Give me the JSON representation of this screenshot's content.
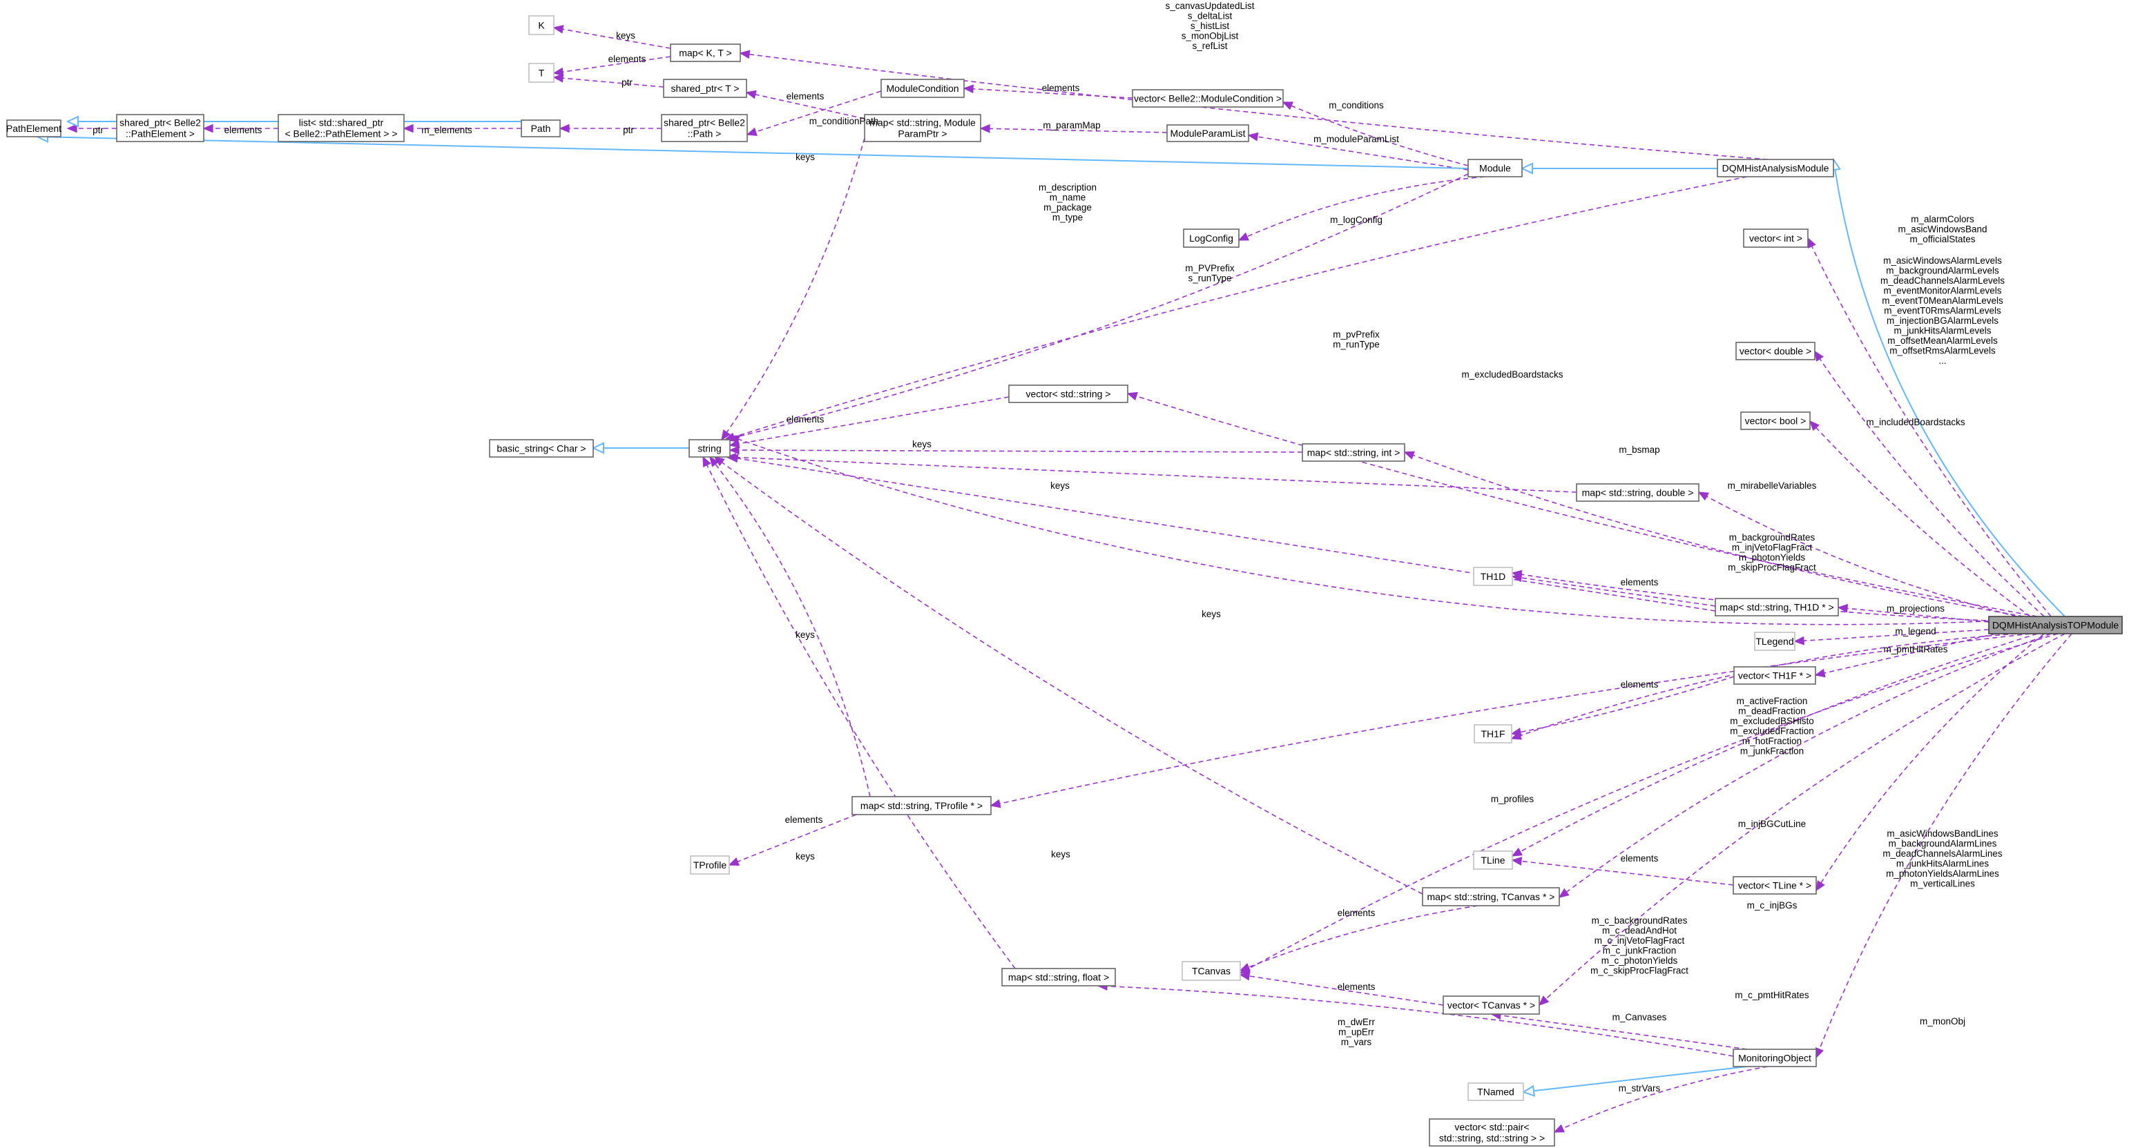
{
  "diagram": {
    "root": "DQMHistAnalysisTOPModule",
    "nodes": [
      {
        "id": "PathElement",
        "label": [
          "PathElement"
        ]
      },
      {
        "id": "sp_path_element",
        "label": [
          "shared_ptr< Belle2",
          "::PathElement >"
        ]
      },
      {
        "id": "list_sp",
        "label": [
          "list< std::shared_ptr",
          "< Belle2::PathElement > >"
        ]
      },
      {
        "id": "Path",
        "label": [
          "Path"
        ]
      },
      {
        "id": "sp_path",
        "label": [
          "shared_ptr< Belle2",
          "::Path >"
        ]
      },
      {
        "id": "K",
        "label": [
          "K"
        ],
        "undoc": true
      },
      {
        "id": "T",
        "label": [
          "T"
        ],
        "undoc": true
      },
      {
        "id": "mapKT",
        "label": [
          "map< K, T >"
        ]
      },
      {
        "id": "sp_T",
        "label": [
          "shared_ptr< T >"
        ]
      },
      {
        "id": "ModuleCondition",
        "label": [
          "ModuleCondition"
        ]
      },
      {
        "id": "map_paramptr",
        "label": [
          "map< std::string, Module",
          "ParamPtr >"
        ]
      },
      {
        "id": "vec_modcond",
        "label": [
          "vector< Belle2::ModuleCondition >"
        ]
      },
      {
        "id": "ModuleParamList",
        "label": [
          "ModuleParamList"
        ]
      },
      {
        "id": "LogConfig",
        "label": [
          "LogConfig"
        ]
      },
      {
        "id": "Module",
        "label": [
          "Module"
        ]
      },
      {
        "id": "DQMHistAnalysisModule",
        "label": [
          "DQMHistAnalysisModule"
        ]
      },
      {
        "id": "basic_string",
        "label": [
          "basic_string< Char >"
        ]
      },
      {
        "id": "string",
        "label": [
          "string"
        ]
      },
      {
        "id": "vec_string",
        "label": [
          "vector< std::string >"
        ]
      },
      {
        "id": "map_int",
        "label": [
          "map< std::string, int >"
        ]
      },
      {
        "id": "map_double",
        "label": [
          "map< std::string, double >"
        ]
      },
      {
        "id": "vec_int",
        "label": [
          "vector< int >"
        ]
      },
      {
        "id": "vec_double",
        "label": [
          "vector< double >"
        ]
      },
      {
        "id": "vec_bool",
        "label": [
          "vector< bool >"
        ]
      },
      {
        "id": "TH1D",
        "label": [
          "TH1D"
        ],
        "undoc": true
      },
      {
        "id": "map_th1d",
        "label": [
          "map< std::string, TH1D * >"
        ]
      },
      {
        "id": "TLegend",
        "label": [
          "TLegend"
        ],
        "undoc": true
      },
      {
        "id": "vec_th1f",
        "label": [
          "vector< TH1F * >"
        ]
      },
      {
        "id": "TH1F",
        "label": [
          "TH1F"
        ],
        "undoc": true
      },
      {
        "id": "map_tprofile",
        "label": [
          "map< std::string, TProfile * >"
        ]
      },
      {
        "id": "TProfile",
        "label": [
          "TProfile"
        ],
        "undoc": true
      },
      {
        "id": "TLine",
        "label": [
          "TLine"
        ],
        "undoc": true
      },
      {
        "id": "vec_tline",
        "label": [
          "vector< TLine * >"
        ]
      },
      {
        "id": "map_tcanvas",
        "label": [
          "map< std::string, TCanvas * >"
        ]
      },
      {
        "id": "TCanvas",
        "label": [
          "TCanvas"
        ],
        "undoc": true
      },
      {
        "id": "map_float",
        "label": [
          "map< std::string, float >"
        ]
      },
      {
        "id": "vec_tcanvas",
        "label": [
          "vector< TCanvas * >"
        ]
      },
      {
        "id": "MonitoringObject",
        "label": [
          "MonitoringObject"
        ]
      },
      {
        "id": "TNamed",
        "label": [
          "TNamed"
        ],
        "undoc": true
      },
      {
        "id": "vec_pair",
        "label": [
          "vector< std::pair<",
          "std::string, std::string > >"
        ]
      },
      {
        "id": "DQMHistAnalysisTOPModule",
        "label": [
          "DQMHistAnalysisTOPModule"
        ],
        "highlight": true
      }
    ],
    "edges": [
      {
        "from": "sp_path_element",
        "to": "PathElement",
        "kind": "usage",
        "label": [
          "ptr"
        ]
      },
      {
        "from": "list_sp",
        "to": "sp_path_element",
        "kind": "usage",
        "label": [
          "elements"
        ]
      },
      {
        "from": "Path",
        "to": "list_sp",
        "kind": "usage",
        "label": [
          "m_elements"
        ]
      },
      {
        "from": "Path",
        "to": "PathElement",
        "kind": "inherit",
        "label": []
      },
      {
        "from": "sp_path",
        "to": "Path",
        "kind": "usage",
        "label": [
          "ptr"
        ]
      },
      {
        "from": "mapKT",
        "to": "K",
        "kind": "usage",
        "label": [
          "keys"
        ]
      },
      {
        "from": "mapKT",
        "to": "T",
        "kind": "usage",
        "label": [
          "elements"
        ]
      },
      {
        "from": "sp_T",
        "to": "T",
        "kind": "usage",
        "label": [
          "ptr"
        ]
      },
      {
        "from": "ModuleCondition",
        "to": "sp_path",
        "kind": "usage",
        "label": [
          "m_conditionPath"
        ]
      },
      {
        "from": "map_paramptr",
        "to": "sp_T",
        "kind": "usage",
        "label": [
          "elements"
        ]
      },
      {
        "from": "map_paramptr",
        "to": "string",
        "kind": "usage",
        "label": [
          "keys"
        ]
      },
      {
        "from": "vec_modcond",
        "to": "ModuleCondition",
        "kind": "usage",
        "label": [
          "elements"
        ]
      },
      {
        "from": "ModuleParamList",
        "to": "map_paramptr",
        "kind": "usage",
        "label": [
          "m_paramMap"
        ]
      },
      {
        "from": "Module",
        "to": "vec_modcond",
        "kind": "usage",
        "label": [
          "m_conditions"
        ]
      },
      {
        "from": "Module",
        "to": "ModuleParamList",
        "kind": "usage",
        "label": [
          "m_moduleParamList"
        ]
      },
      {
        "from": "Module",
        "to": "LogConfig",
        "kind": "usage",
        "label": [
          "m_logConfig"
        ]
      },
      {
        "from": "Module",
        "to": "string",
        "kind": "usage",
        "label": [
          "m_description",
          "m_name",
          "m_package",
          "m_type"
        ]
      },
      {
        "from": "Module",
        "to": "PathElement",
        "kind": "inherit",
        "label": []
      },
      {
        "from": "DQMHistAnalysisModule",
        "to": "Module",
        "kind": "inherit",
        "label": []
      },
      {
        "from": "DQMHistAnalysisModule",
        "to": "mapKT",
        "kind": "usage",
        "label": [
          "s_canvasUpdatedList",
          "s_deltaList",
          "s_histList",
          "s_monObjList",
          "s_refList"
        ]
      },
      {
        "from": "DQMHistAnalysisModule",
        "to": "string",
        "kind": "usage",
        "label": [
          "m_PVPrefix",
          "s_runType"
        ]
      },
      {
        "from": "string",
        "to": "basic_string",
        "kind": "inherit",
        "label": []
      },
      {
        "from": "vec_string",
        "to": "string",
        "kind": "usage",
        "label": [
          "elements"
        ]
      },
      {
        "from": "map_int",
        "to": "string",
        "kind": "usage",
        "label": [
          "keys"
        ]
      },
      {
        "from": "map_double",
        "to": "string",
        "kind": "usage",
        "label": [
          "keys"
        ]
      },
      {
        "from": "map_th1d",
        "to": "TH1D",
        "kind": "usage",
        "label": [
          "elements"
        ]
      },
      {
        "from": "map_th1d",
        "to": "string",
        "kind": "usage",
        "label": [
          "keys"
        ]
      },
      {
        "from": "vec_th1f",
        "to": "TH1F",
        "kind": "usage",
        "label": [
          "elements"
        ]
      },
      {
        "from": "map_tprofile",
        "to": "TProfile",
        "kind": "usage",
        "label": [
          "elements"
        ]
      },
      {
        "from": "map_tprofile",
        "to": "string",
        "kind": "usage",
        "label": [
          "keys"
        ]
      },
      {
        "from": "vec_tline",
        "to": "TLine",
        "kind": "usage",
        "label": [
          "elements"
        ]
      },
      {
        "from": "map_tcanvas",
        "to": "TCanvas",
        "kind": "usage",
        "label": [
          "elements"
        ]
      },
      {
        "from": "map_tcanvas",
        "to": "string",
        "kind": "usage",
        "label": [
          "keys"
        ]
      },
      {
        "from": "map_float",
        "to": "string",
        "kind": "usage",
        "label": [
          "keys"
        ]
      },
      {
        "from": "vec_tcanvas",
        "to": "TCanvas",
        "kind": "usage",
        "label": [
          "elements"
        ]
      },
      {
        "from": "MonitoringObject",
        "to": "vec_tcanvas",
        "kind": "usage",
        "label": [
          "m_Canvases"
        ]
      },
      {
        "from": "MonitoringObject",
        "to": "map_float",
        "kind": "usage",
        "label": [
          "m_dwErr",
          "m_upErr",
          "m_vars"
        ]
      },
      {
        "from": "MonitoringObject",
        "to": "TNamed",
        "kind": "inherit",
        "label": []
      },
      {
        "from": "MonitoringObject",
        "to": "vec_pair",
        "kind": "usage",
        "label": [
          "m_strVars"
        ]
      },
      {
        "from": "DQMHistAnalysisTOPModule",
        "to": "DQMHistAnalysisModule",
        "kind": "inherit",
        "label": []
      },
      {
        "from": "DQMHistAnalysisTOPModule",
        "to": "vec_int",
        "kind": "usage",
        "label": [
          "m_alarmColors",
          "m_asicWindowsBand",
          "m_officialStates"
        ]
      },
      {
        "from": "DQMHistAnalysisTOPModule",
        "to": "vec_double",
        "kind": "usage",
        "label": [
          "m_asicWindowsAlarmLevels",
          "m_backgroundAlarmLevels",
          "m_deadChannelsAlarmLevels",
          "m_eventMonitorAlarmLevels",
          "m_eventT0MeanAlarmLevels",
          "m_eventT0RmsAlarmLevels",
          "m_injectionBGAlarmLevels",
          "m_junkHitsAlarmLevels",
          "m_offsetMeanAlarmLevels",
          "m_offsetRmsAlarmLevels",
          "..."
        ]
      },
      {
        "from": "DQMHistAnalysisTOPModule",
        "to": "string",
        "kind": "usage",
        "label": [
          "m_pvPrefix",
          "m_runType"
        ]
      },
      {
        "from": "DQMHistAnalysisTOPModule",
        "to": "vec_string",
        "kind": "usage",
        "label": [
          "m_excludedBoardstacks"
        ]
      },
      {
        "from": "DQMHistAnalysisTOPModule",
        "to": "vec_bool",
        "kind": "usage",
        "label": [
          "m_includedBoardstacks"
        ]
      },
      {
        "from": "DQMHistAnalysisTOPModule",
        "to": "map_int",
        "kind": "usage",
        "label": [
          "m_bsmap"
        ]
      },
      {
        "from": "DQMHistAnalysisTOPModule",
        "to": "map_double",
        "kind": "usage",
        "label": [
          "m_mirabelleVariables"
        ]
      },
      {
        "from": "DQMHistAnalysisTOPModule",
        "to": "TH1D",
        "kind": "usage",
        "label": [
          "m_backgroundRates",
          "m_injVetoFlagFract",
          "m_photonYields",
          "m_skipProcFlagFract"
        ]
      },
      {
        "from": "DQMHistAnalysisTOPModule",
        "to": "map_th1d",
        "kind": "usage",
        "label": [
          "m_projections"
        ]
      },
      {
        "from": "DQMHistAnalysisTOPModule",
        "to": "TLegend",
        "kind": "usage",
        "label": [
          "m_legend"
        ]
      },
      {
        "from": "DQMHistAnalysisTOPModule",
        "to": "vec_th1f",
        "kind": "usage",
        "label": [
          "m_pmtHitRates"
        ]
      },
      {
        "from": "DQMHistAnalysisTOPModule",
        "to": "TH1F",
        "kind": "usage",
        "label": [
          "m_activeFraction",
          "m_deadFraction",
          "m_excludedBSHisto",
          "m_excludedFraction",
          "m_hotFraction",
          "m_junkFraction"
        ]
      },
      {
        "from": "DQMHistAnalysisTOPModule",
        "to": "map_tprofile",
        "kind": "usage",
        "label": [
          "m_profiles"
        ]
      },
      {
        "from": "DQMHistAnalysisTOPModule",
        "to": "TLine",
        "kind": "usage",
        "label": [
          "m_injBGCutLine"
        ]
      },
      {
        "from": "DQMHistAnalysisTOPModule",
        "to": "vec_tline",
        "kind": "usage",
        "label": [
          "m_asicWindowsBandLines",
          "m_backgroundAlarmLines",
          "m_deadChannelsAlarmLines",
          "m_junkHitsAlarmLines",
          "m_photonYieldsAlarmLines",
          "m_verticalLines"
        ]
      },
      {
        "from": "DQMHistAnalysisTOPModule",
        "to": "map_tcanvas",
        "kind": "usage",
        "label": [
          "m_c_injBGs"
        ]
      },
      {
        "from": "DQMHistAnalysisTOPModule",
        "to": "TCanvas",
        "kind": "usage",
        "label": [
          "m_c_backgroundRates",
          "m_c_deadAndHot",
          "m_c_injVetoFlagFract",
          "m_c_junkFraction",
          "m_c_photonYields",
          "m_c_skipProcFlagFract"
        ]
      },
      {
        "from": "DQMHistAnalysisTOPModule",
        "to": "vec_tcanvas",
        "kind": "usage",
        "label": [
          "m_c_pmtHitRates"
        ]
      },
      {
        "from": "DQMHistAnalysisTOPModule",
        "to": "MonitoringObject",
        "kind": "usage",
        "label": [
          "m_monObj"
        ]
      }
    ]
  }
}
